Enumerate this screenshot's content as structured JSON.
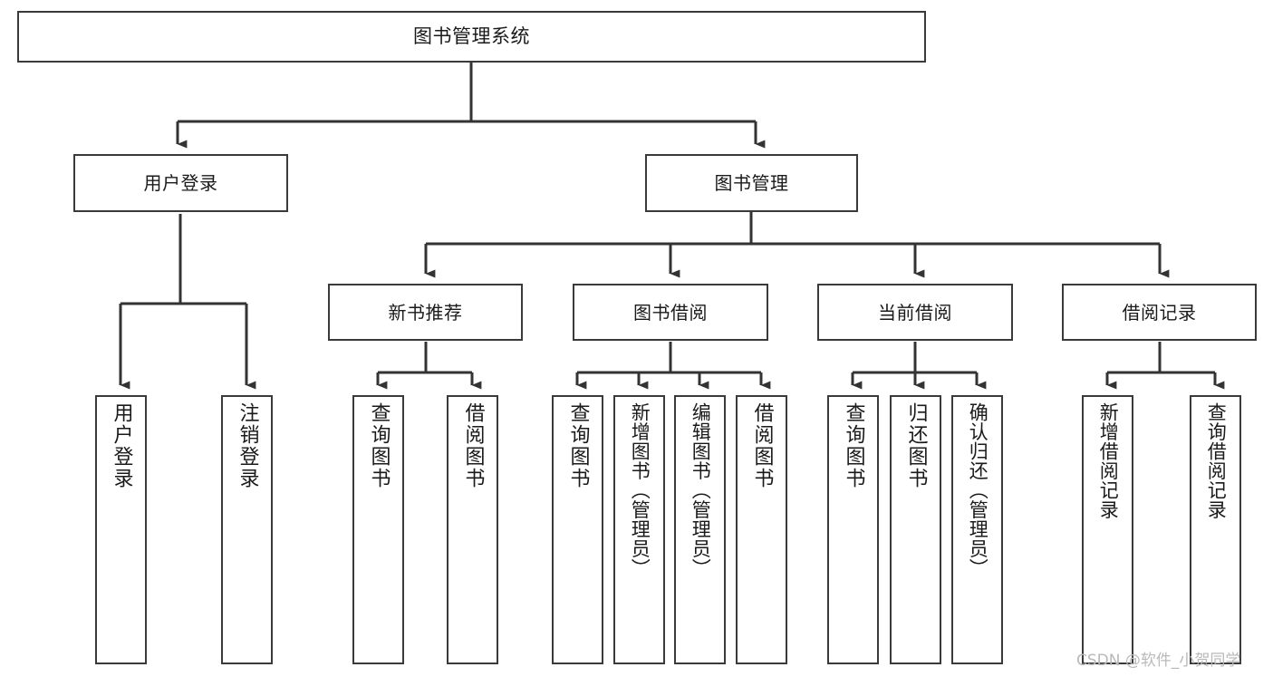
{
  "diagram": {
    "title": "图书管理系统",
    "type": "functional-structure-tree",
    "root": {
      "label": "图书管理系统"
    },
    "level1": [
      {
        "label": "用户登录"
      },
      {
        "label": "图书管理"
      }
    ],
    "level2": [
      {
        "label": "新书推荐"
      },
      {
        "label": "图书借阅"
      },
      {
        "label": "当前借阅"
      },
      {
        "label": "借阅记录"
      }
    ],
    "leaves": [
      {
        "label": "用户登录"
      },
      {
        "label": "注销登录"
      },
      {
        "label": "查询图书"
      },
      {
        "label": "借阅图书"
      },
      {
        "label": "查询图书"
      },
      {
        "label": "新增图书（管理员）"
      },
      {
        "label": "编辑图书（管理员）"
      },
      {
        "label": "借阅图书"
      },
      {
        "label": "查询图书"
      },
      {
        "label": "归还图书"
      },
      {
        "label": "确认归还（管理员）"
      },
      {
        "label": "新增借阅记录"
      },
      {
        "label": "查询借阅记录"
      }
    ]
  },
  "watermark": {
    "text": "CSDN @软件_小贺同学"
  },
  "colors": {
    "background": "#ffffff",
    "box_border": "#3a3a3a",
    "box_fill": "#ffffff",
    "connector": "#333333",
    "text": "#1a1a1a",
    "watermark": "#b9b9b9"
  }
}
